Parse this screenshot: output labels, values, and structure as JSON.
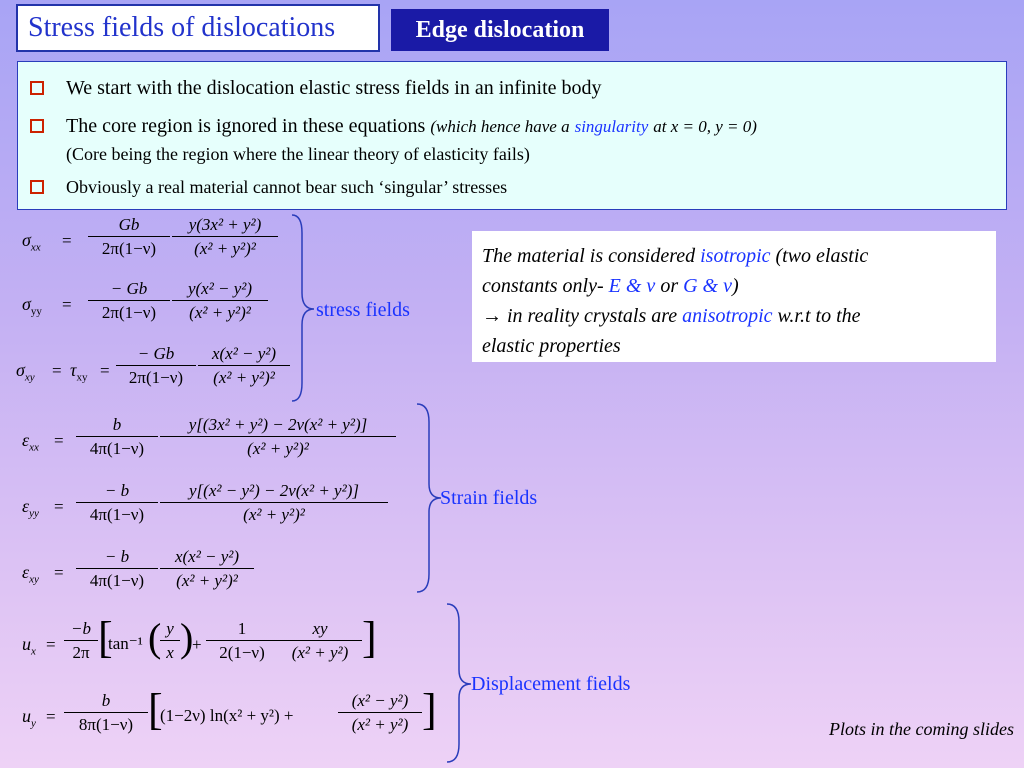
{
  "title": "Stress fields of dislocations",
  "subtitle": "Edge dislocation",
  "bullets": [
    "We start with the dislocation elastic stress fields in an infinite body",
    "The core region is ignored in these equations",
    "Obviously a real material cannot bear such ‘singular’ stresses"
  ],
  "bullet2_italic_a": "(which hence have a",
  "bullet2_singularity": "singularity",
  "bullet2_italic_b": "at x = 0, y = 0)",
  "bullet2_sub": "(Core being the region where the linear theory of elasticity fails)",
  "labels": {
    "stress": "stress fields",
    "strain": "Strain fields",
    "displacement": "Displacement fields"
  },
  "note": {
    "l1a": "The material is considered",
    "isotropic": "isotropic",
    "l1b": "(two elastic",
    "l2a": "constants only-",
    "l2b": "E & ν",
    "l2c": "or",
    "l2d": "G & ν",
    "l2e": ")",
    "l3a": "→ in reality crystals are",
    "anisotropic": "anisotropic",
    "l3b": "w.r.t to the",
    "l4": "elastic properties"
  },
  "footer": "Plots in the coming slides",
  "colors": {
    "title_text": "#2233cc",
    "subtitle_bg": "#1a1aa6",
    "accent_blue": "#1a33ff",
    "bullet_red": "#cc2200",
    "panel_bg": "#e6fffc"
  },
  "equations": {
    "sxx": {
      "num1": "Gb",
      "den1": "2π(1−ν)",
      "num2": "y(3x² + y²)",
      "den2": "(x² + y²)²"
    },
    "syy": {
      "num1": "− Gb",
      "den1": "2π(1−ν)",
      "num2": "y(x² − y²)",
      "den2": "(x² + y²)²"
    },
    "sxy": {
      "num1": "− Gb",
      "den1": "2π(1−ν)",
      "num2": "x(x² − y²)",
      "den2": "(x² + y²)²"
    },
    "exx": {
      "num1": "b",
      "den1": "4π(1−ν)",
      "num2": "y[(3x² + y²) − 2ν(x² + y²)]",
      "den2": "(x² + y²)²"
    },
    "eyy": {
      "num1": "− b",
      "den1": "4π(1−ν)",
      "num2": "y[(x² − y²) − 2ν(x² + y²)]",
      "den2": "(x² + y²)²"
    },
    "exy": {
      "num1": "− b",
      "den1": "4π(1−ν)",
      "num2": "x(x² − y²)",
      "den2": "(x² + y²)²"
    },
    "ux": {
      "num1": "−b",
      "den1": "2π",
      "tan": "tan⁻¹",
      "ynum": "y",
      "xden": "x",
      "plus": "+",
      "one": "1",
      "oneden": "2(1−ν)",
      "xy": "xy",
      "xyden": "(x² + y²)"
    },
    "uy": {
      "num1": "b",
      "den1": "8π(1−ν)",
      "term": "(1−2ν) ln(x² + y²) +",
      "num2": "(x² − y²)",
      "den2": "(x² + y²)"
    }
  }
}
